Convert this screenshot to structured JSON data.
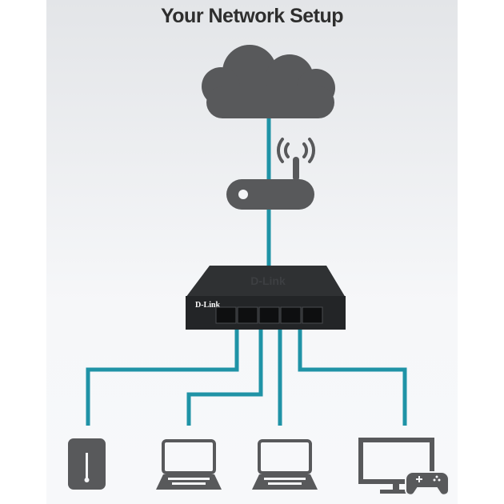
{
  "title": "Your Network Setup",
  "switch": {
    "brand": "D-Link"
  },
  "devices": [
    "smart-device",
    "laptop",
    "laptop",
    "game-console-tv"
  ],
  "colors": {
    "cable": "#1f93a6",
    "icon": "#58595b",
    "switch": "#2a2c2e"
  }
}
